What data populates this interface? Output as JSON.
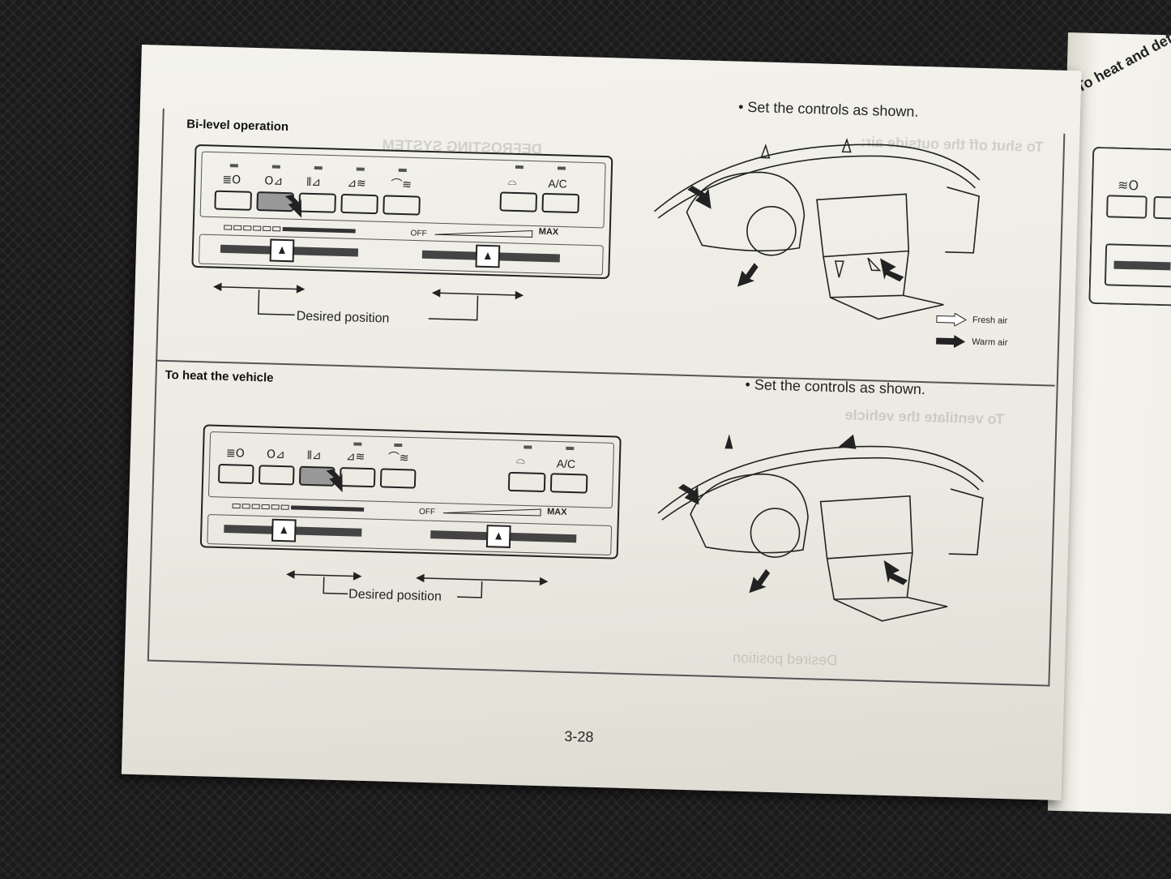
{
  "page": {
    "sections": [
      {
        "title": "Bi-level operation",
        "instruction": "•  Set the controls as shown.",
        "desired_label": "Desired position",
        "legend": [
          {
            "label": "Fresh air",
            "style": "outline"
          },
          {
            "label": "Warm air",
            "style": "filled"
          }
        ]
      },
      {
        "title": "To heat the vehicle",
        "instruction": "•  Set the controls as shown.",
        "desired_label": "Desired position"
      }
    ],
    "panel_labels": {
      "ac": "A/C",
      "fan_off": "OFF",
      "fan_max": "MAX"
    },
    "page_number": "3-28",
    "right_page": {
      "title": "To heat and defrost"
    }
  },
  "colors": {
    "paper": "#efeee7",
    "ink": "#222222",
    "background": "#1b1a1a"
  }
}
